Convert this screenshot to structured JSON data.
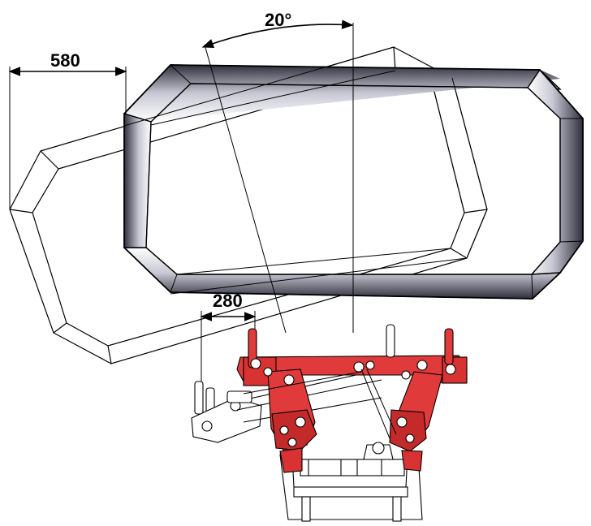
{
  "dimensions": {
    "angle_label": "20°",
    "offset_label": "580",
    "shift_label": "280"
  },
  "colors": {
    "frame_light": "#ffffff",
    "frame_dark": "#3a3a4a",
    "hitch_red": "#e03a3a",
    "hitch_dark": "#7a1010",
    "line": "#000000"
  }
}
